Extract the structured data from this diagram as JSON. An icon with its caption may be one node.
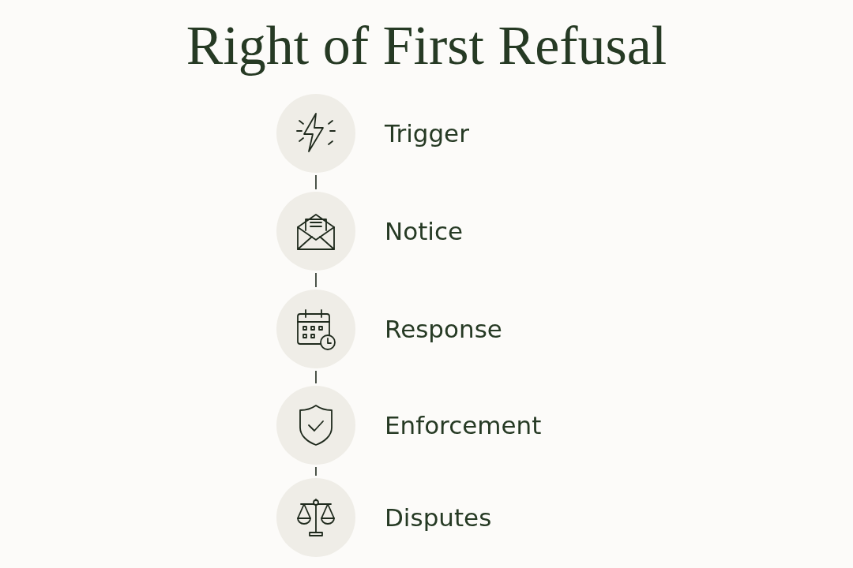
{
  "diagram": {
    "title": "Right of First Refusal",
    "nodes": [
      {
        "text": [
          "Trigger"
        ]
      },
      {
        "text": [
          "Notice"
        ]
      },
      {
        "text": [
          "Response"
        ]
      },
      {
        "text": [
          "Enforcement"
        ]
      },
      {
        "text": [
          "Disputes"
        ]
      }
    ],
    "edges": [
      {
        "from": 0,
        "to": 1,
        "arrow": "none"
      },
      {
        "from": 1,
        "to": 2,
        "arrow": "none"
      },
      {
        "from": 2,
        "to": 3,
        "arrow": "none"
      },
      {
        "from": 3,
        "to": 4,
        "arrow": "none"
      }
    ]
  }
}
